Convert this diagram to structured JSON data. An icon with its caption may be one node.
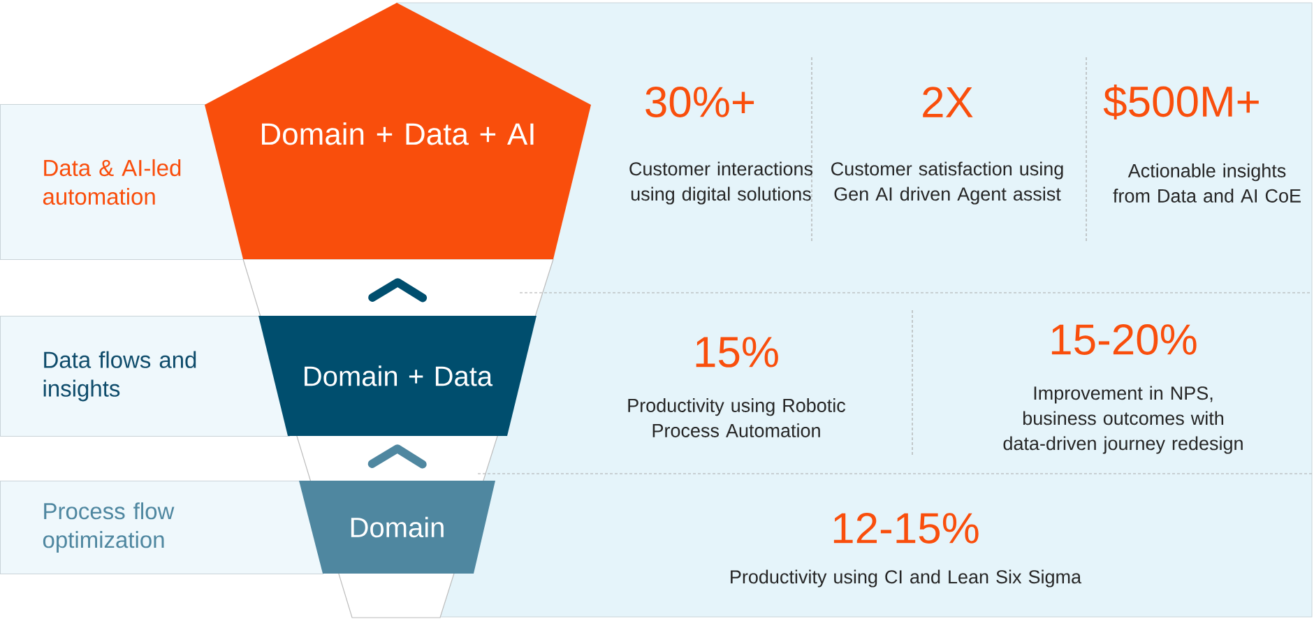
{
  "diagram": {
    "nodes": [
      {
        "text": [
          "Data & AI-led automation"
        ]
      },
      {
        "text": [
          "Domain + Data + AI"
        ]
      },
      {
        "text": [
          "Data flows and insights"
        ]
      },
      {
        "text": [
          "Domain + Data"
        ]
      },
      {
        "text": [
          "Process flow optimization"
        ]
      },
      {
        "text": [
          "Domain"
        ]
      }
    ],
    "edges": [
      {
        "from": 5,
        "to": 3,
        "arrow": "to",
        "color": "#4f87a0"
      },
      {
        "from": 3,
        "to": 1,
        "arrow": "to",
        "color": "#004e6e"
      }
    ],
    "labels": [
      "30%+",
      "Customer interactions using digital solutions",
      "2X",
      "Customer satisfaction using Gen AI driven Agent assist",
      "$500M+",
      "Actionable insights from Data and AI CoE",
      "15%",
      "Productivity using Robotic Process Automation",
      "15-20%",
      "Improvement in NPS, business outcomes with data-driven journey redesign",
      "12-15%",
      "Productivity using CI and Lean Six Sigma"
    ]
  }
}
